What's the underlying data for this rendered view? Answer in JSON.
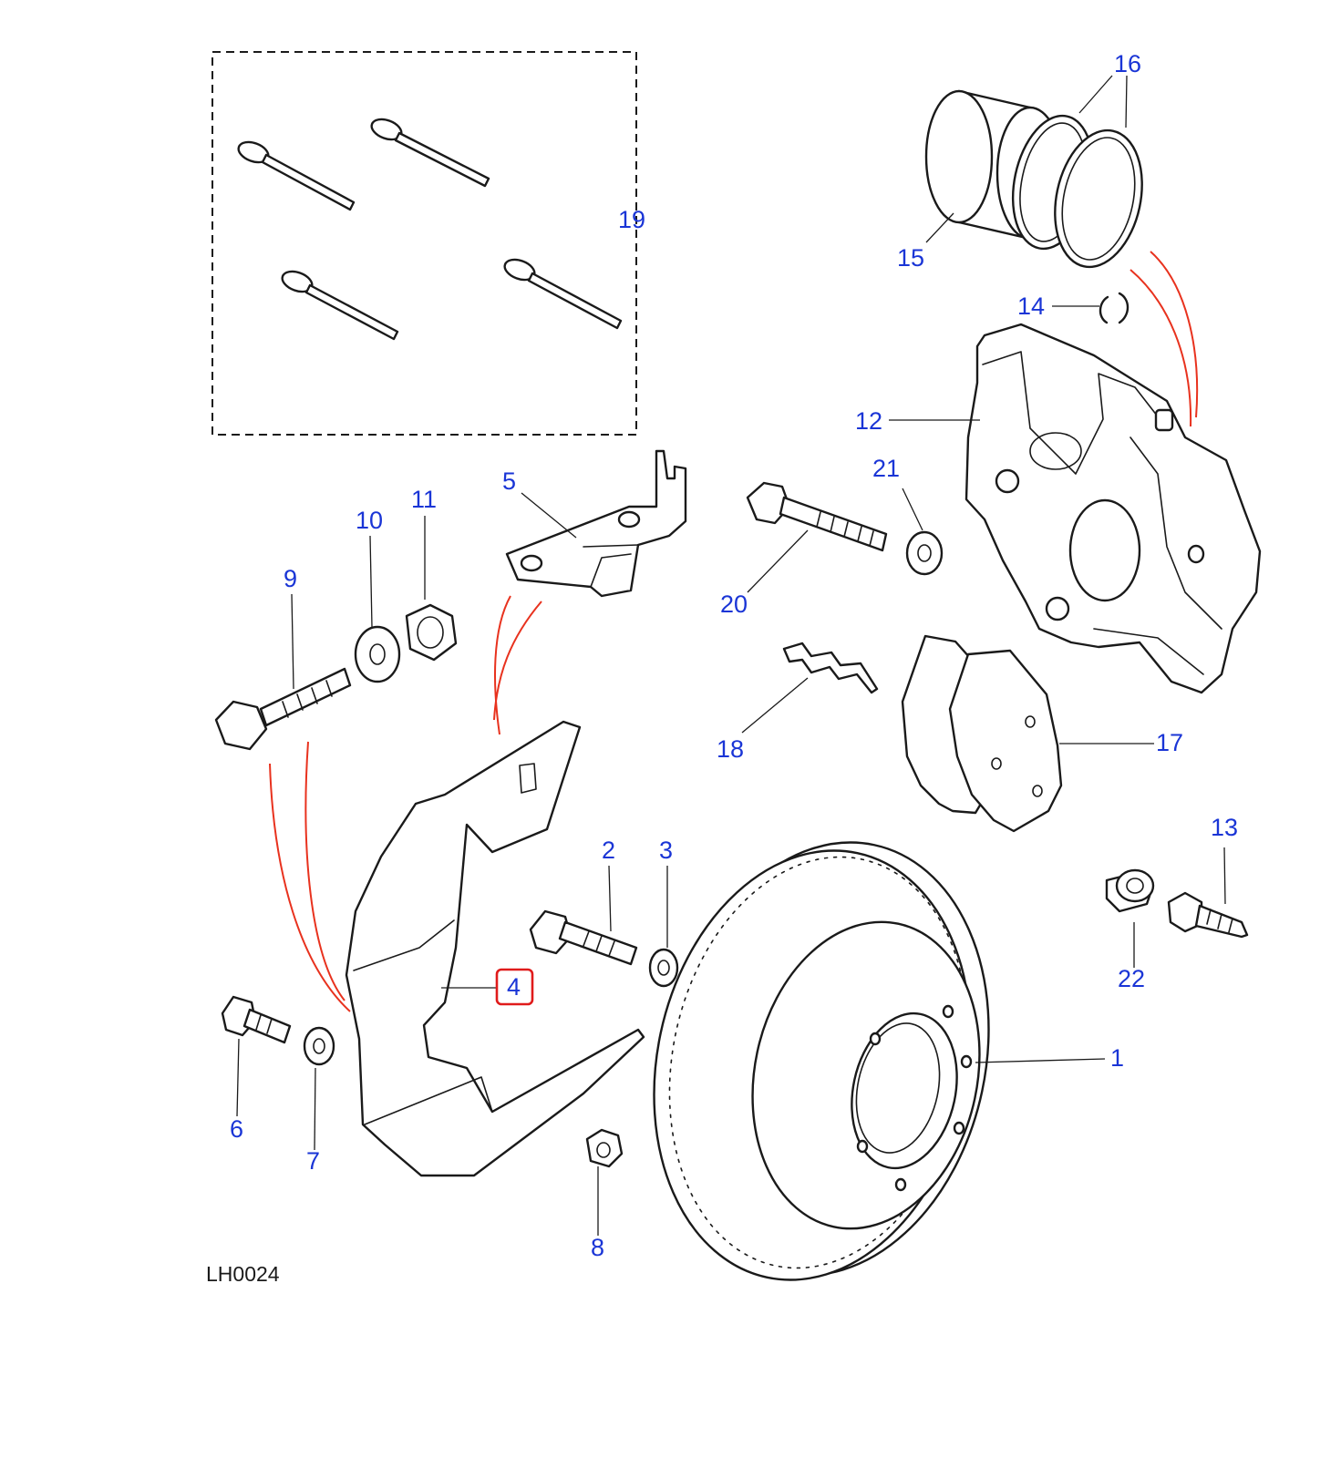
{
  "diagram_code": "LH0024",
  "callouts": {
    "c1": "1",
    "c2": "2",
    "c3": "3",
    "c4": "4",
    "c5": "5",
    "c6": "6",
    "c7": "7",
    "c8": "8",
    "c9": "9",
    "c10": "10",
    "c11": "11",
    "c12": "12",
    "c13": "13",
    "c14": "14",
    "c15": "15",
    "c16": "16",
    "c17": "17",
    "c18": "18",
    "c19": "19",
    "c20": "20",
    "c21": "21",
    "c22": "22"
  },
  "highlighted_callout": "4",
  "colors": {
    "callout_text": "#1a35d6",
    "highlight_box": "#e01b1b",
    "assembly_link": "#e8321e",
    "line_art": "#1a1a1a"
  }
}
